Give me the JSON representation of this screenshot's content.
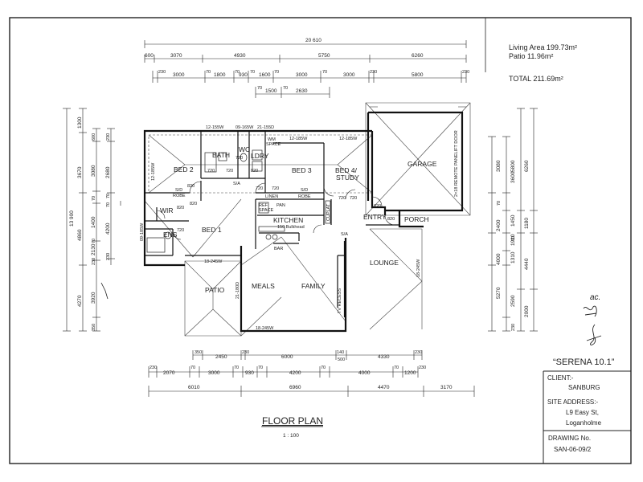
{
  "areas": {
    "living": "Living Area  199.73m²",
    "patio": "Patio  11.96m²",
    "total": "TOTAL   211.69m²"
  },
  "rooms": {
    "bed2": "BED 2",
    "bath": "BATH",
    "wc": "WC",
    "ldry": "LDRY",
    "bed3": "BED 3",
    "bed4": "BED 4/",
    "study": "STUDY",
    "garage": "GARAGE",
    "wir": "WIR",
    "ens": "ENS",
    "bed1": "BED 1",
    "kitchen": "KITCHEN",
    "bulkhead": "150 Bulkhead",
    "entry": "ENTRY",
    "porch": "PORCH",
    "lounge": "LOUNGE",
    "patio": "PATIO",
    "meals": "MEALS",
    "family": "FAMILY",
    "linen": "LINEN",
    "pan": "PAN",
    "robe1": "ROBE",
    "robe2": "ROBE",
    "bar": "BAR",
    "ref": "REF",
    "space": "SPACE",
    "wm": "WM",
    "tvrecess": "TV RECESS",
    "cplat": "CUPLAT",
    "garagedoor": "2×18 REMOTE PANELIFT DOOR",
    "sd1": "S/D",
    "sd2": "S/D",
    "sa1": "S/A",
    "sa2": "S/A"
  },
  "windows": [
    "12-155W",
    "09-165W",
    "21-155D",
    "12-185W",
    "12-185W",
    "12-185W",
    "18-245W",
    "18-245W",
    "18-245W",
    "09-185W",
    "21-180D"
  ],
  "doors": [
    "820",
    "820",
    "820",
    "720",
    "720",
    "720",
    "720",
    "720",
    "820",
    "820",
    "820",
    "720",
    "720",
    "720"
  ],
  "dimensions": {
    "top_overall": "20 610",
    "top_row1": [
      "600",
      "3070",
      "4930",
      "5750",
      "6260"
    ],
    "top_row2": [
      "230",
      "3000",
      "70",
      "1800",
      "70",
      "930",
      "70",
      "1600",
      "70",
      "3000",
      "70",
      "3000",
      "230",
      "5800",
      "230"
    ],
    "top_row3": [
      "70",
      "1500",
      "70",
      "2630"
    ],
    "left_overall": "13 900",
    "left_row1": [
      "1300",
      "3670",
      "4860",
      "4270"
    ],
    "left_row2": [
      "600",
      "3080",
      "70",
      "1400",
      "70",
      "2130",
      "230",
      "3920",
      "350"
    ],
    "left_row3": [
      "230",
      "2680",
      "70",
      "4200",
      "230",
      "70"
    ],
    "right_row1": [
      "6260",
      "5800",
      "1180",
      "4440",
      "2000"
    ],
    "right_row2": [
      "3080",
      "3600",
      "1450",
      "1910",
      "1310",
      "4000",
      "2590"
    ],
    "right_row3": [
      "2400",
      "5270",
      "70",
      "70",
      "230"
    ],
    "bottom_row1": [
      "350",
      "2450",
      "230",
      "6000",
      "140",
      "500",
      "4330",
      "230"
    ],
    "bottom_row2": [
      "230",
      "2070",
      "70",
      "3000",
      "70",
      "930",
      "70",
      "4200",
      "70",
      "4000",
      "70",
      "1200",
      "230"
    ],
    "bottom_row3": [
      "6010",
      "6960",
      "4470",
      "3170"
    ]
  },
  "title": {
    "heading": "FLOOR PLAN",
    "scale": "1 : 100"
  },
  "titleblock": {
    "design": "“SERENA 10.1”",
    "client_label": "CLIENT:-",
    "client": "SANBURG",
    "site_label": "SITE ADDRESS:-",
    "site1": "L9 Easy St,",
    "site2": "Loganholme",
    "drawing_label": "DRAWING No.",
    "drawing": "SAN-06-09/2"
  },
  "signature_initials": "ac.",
  "colors": {
    "ink": "#222222",
    "paper": "#ffffff"
  }
}
